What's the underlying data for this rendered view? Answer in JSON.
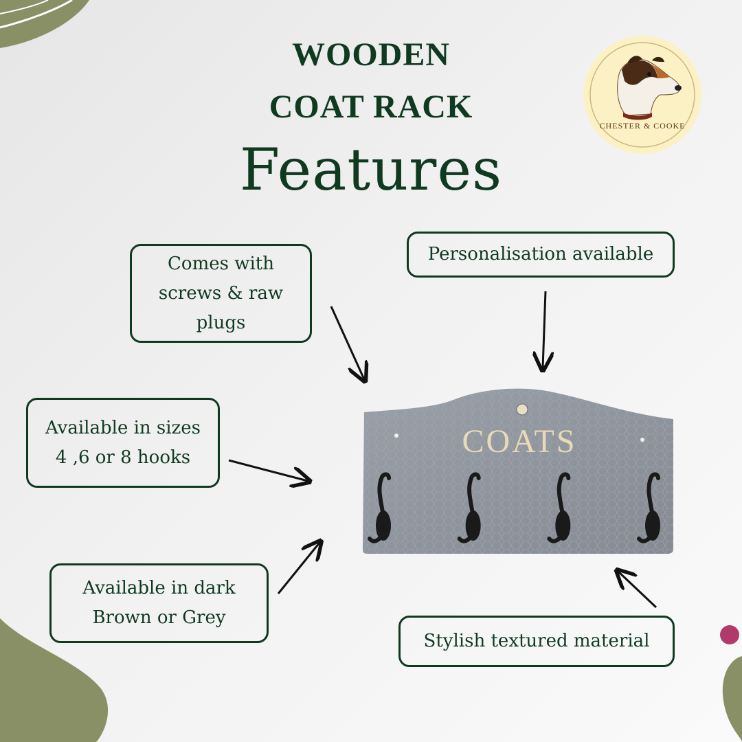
{
  "title": {
    "line1": "WOODEN",
    "line2": "COAT RACK",
    "line3": "Features"
  },
  "brand": {
    "name": "CHESTER & COOKE"
  },
  "callouts": {
    "screws": [
      "Comes with",
      "screws & raw",
      "plugs"
    ],
    "personalisation": [
      "Personalisation available"
    ],
    "sizes": [
      "Available in sizes",
      "4 ,6 or 8 hooks"
    ],
    "colours": [
      "Available in dark",
      "Brown or Grey"
    ],
    "material": [
      "Stylish textured material"
    ]
  },
  "product": {
    "sign_text": "COATS",
    "hook_count": 4,
    "board_color": "#8f949c",
    "hook_color": "#1a1a1a"
  },
  "colors": {
    "accent_green": "#0f3a20",
    "olive": "#8a9066",
    "berry": "#b03a6a",
    "logo_bg": "#fcf1c5"
  }
}
